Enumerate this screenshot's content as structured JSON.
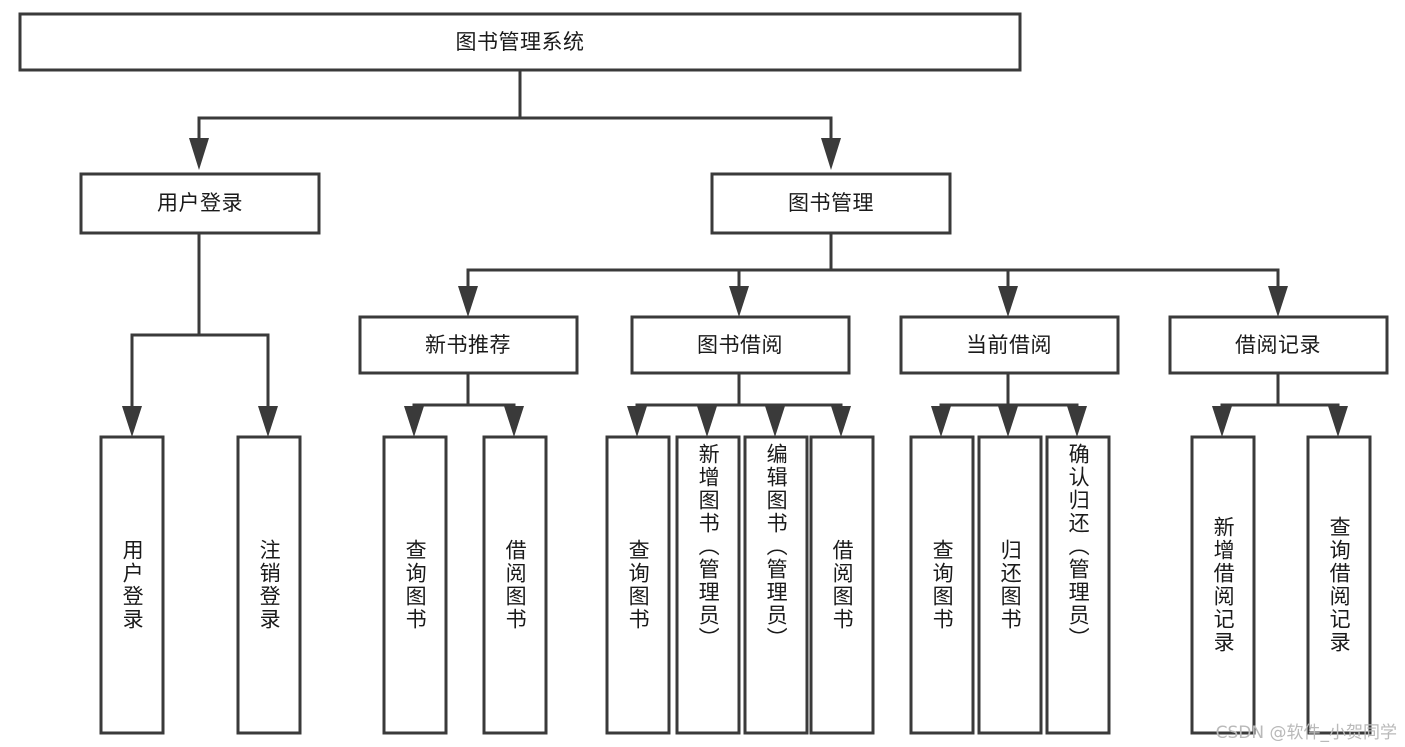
{
  "diagram": {
    "type": "tree-hierarchy",
    "title": "图书管理系统",
    "root": {
      "id": "root",
      "label": "图书管理系统",
      "orientation": "horizontal"
    },
    "level2": [
      {
        "id": "user-login",
        "label": "用户登录",
        "orientation": "horizontal"
      },
      {
        "id": "book-management",
        "label": "图书管理",
        "orientation": "horizontal"
      }
    ],
    "level3": [
      {
        "id": "new-book-recommend",
        "label": "新书推荐",
        "orientation": "horizontal",
        "parent": "book-management"
      },
      {
        "id": "book-borrow",
        "label": "图书借阅",
        "orientation": "horizontal",
        "parent": "book-management"
      },
      {
        "id": "current-borrow",
        "label": "当前借阅",
        "orientation": "horizontal",
        "parent": "book-management"
      },
      {
        "id": "borrow-record",
        "label": "借阅记录",
        "orientation": "horizontal",
        "parent": "book-management"
      }
    ],
    "leaves": [
      {
        "id": "leaf-user-login",
        "label": "用户登录",
        "parent": "user-login",
        "orientation": "vertical"
      },
      {
        "id": "leaf-user-logout",
        "label": "注销登录",
        "parent": "user-login",
        "orientation": "vertical"
      },
      {
        "id": "leaf-query-book-1",
        "label": "查询图书",
        "parent": "new-book-recommend",
        "orientation": "vertical"
      },
      {
        "id": "leaf-borrow-book-1",
        "label": "借阅图书",
        "parent": "new-book-recommend",
        "orientation": "vertical"
      },
      {
        "id": "leaf-query-book-2",
        "label": "查询图书",
        "parent": "book-borrow",
        "orientation": "vertical"
      },
      {
        "id": "leaf-add-book",
        "label": "新增图书（管理员）",
        "parent": "book-borrow",
        "orientation": "vertical"
      },
      {
        "id": "leaf-edit-book",
        "label": "编辑图书（管理员）",
        "parent": "book-borrow",
        "orientation": "vertical"
      },
      {
        "id": "leaf-borrow-book-2",
        "label": "借阅图书",
        "parent": "book-borrow",
        "orientation": "vertical"
      },
      {
        "id": "leaf-query-book-3",
        "label": "查询图书",
        "parent": "current-borrow",
        "orientation": "vertical"
      },
      {
        "id": "leaf-return-book",
        "label": "归还图书",
        "parent": "current-borrow",
        "orientation": "vertical"
      },
      {
        "id": "leaf-confirm-return",
        "label": "确认归还（管理员）",
        "parent": "current-borrow",
        "orientation": "vertical"
      },
      {
        "id": "leaf-add-record",
        "label": "新增借阅记录",
        "parent": "borrow-record",
        "orientation": "vertical"
      },
      {
        "id": "leaf-query-record",
        "label": "查询借阅记录",
        "parent": "borrow-record",
        "orientation": "vertical"
      }
    ],
    "colors": {
      "box_fill": "#ffffff",
      "box_stroke": "#3a3a3a",
      "connector": "#3a3a3a",
      "text": "#1a1a1a",
      "background": "#ffffff",
      "watermark": "#b9b9b9"
    }
  },
  "watermark": {
    "text": "CSDN @软件_小贺同学"
  }
}
